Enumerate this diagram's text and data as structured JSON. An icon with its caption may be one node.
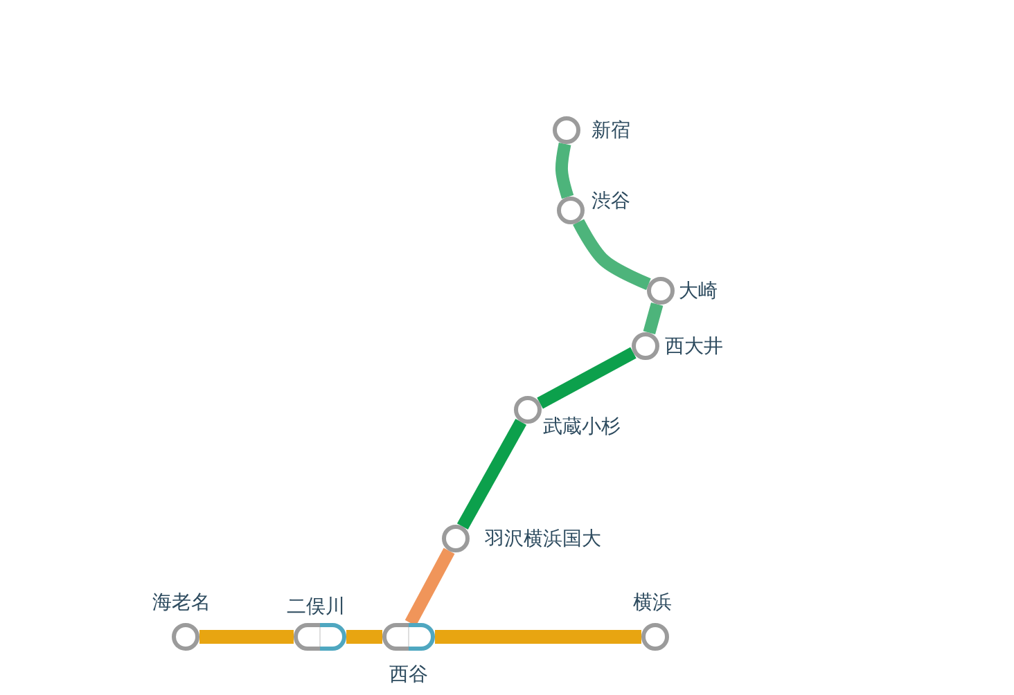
{
  "diagram": {
    "nodes": [
      {
        "text": [
          "新宿"
        ]
      },
      {
        "text": [
          "渋谷"
        ]
      },
      {
        "text": [
          "大崎"
        ]
      },
      {
        "text": [
          "西大井"
        ]
      },
      {
        "text": [
          "武蔵小杉"
        ]
      },
      {
        "text": [
          "羽沢横浜国大"
        ]
      },
      {
        "text": [
          "海老名"
        ]
      },
      {
        "text": [
          "二俣川"
        ]
      },
      {
        "text": [
          "西谷"
        ]
      },
      {
        "text": [
          "横浜"
        ]
      }
    ],
    "edges": [
      {
        "from": 0,
        "to": 1,
        "arrow": "none",
        "color": "#4db47b"
      },
      {
        "from": 1,
        "to": 2,
        "arrow": "none",
        "color": "#4db47b"
      },
      {
        "from": 2,
        "to": 3,
        "arrow": "none",
        "color": "#4db47b"
      },
      {
        "from": 3,
        "to": 4,
        "arrow": "none",
        "color": "#0ca04c"
      },
      {
        "from": 4,
        "to": 5,
        "arrow": "none",
        "color": "#0ca04c"
      },
      {
        "from": 5,
        "to": 8,
        "arrow": "none",
        "color": "#f0955a"
      },
      {
        "from": 6,
        "to": 7,
        "arrow": "none",
        "color": "#e8a511"
      },
      {
        "from": 7,
        "to": 8,
        "arrow": "none",
        "color": "#e8a511"
      },
      {
        "from": 8,
        "to": 9,
        "arrow": "none",
        "color": "#e8a511"
      }
    ]
  }
}
